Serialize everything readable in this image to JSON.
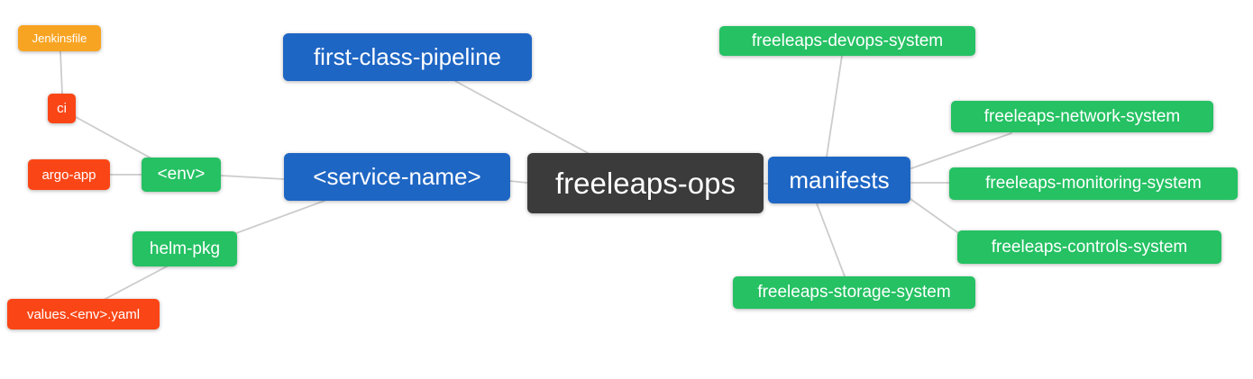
{
  "diagram_title": "freeleaps-ops repository mind map",
  "colors": {
    "canvas_bg": "#FFFFFF",
    "root_bg": "#3B3B3B",
    "branch_bg": "#1E66C4",
    "leaf_bg": "#25C163",
    "accent_bg": "#FA4616",
    "file_bg": "#F8A423",
    "edge": "#CCCCCC",
    "text": "#FFFFFF"
  },
  "nodes": {
    "root": {
      "label": "freeleaps-ops",
      "level": 0
    },
    "first_class_pipeline": {
      "label": "first-class-pipeline",
      "level": 1
    },
    "service_name": {
      "label": "<service-name>",
      "level": 1
    },
    "manifests": {
      "label": "manifests",
      "level": 1
    },
    "env": {
      "label": "<env>",
      "level": 2
    },
    "helm_pkg": {
      "label": "helm-pkg",
      "level": 2
    },
    "ci": {
      "label": "ci",
      "level": 3
    },
    "argo_app": {
      "label": "argo-app",
      "level": 3
    },
    "jenkinsfile": {
      "label": "Jenkinsfile",
      "level": 4
    },
    "values_env_yaml": {
      "label": "values.<env>.yaml",
      "level": 3
    },
    "devops_system": {
      "label": "freeleaps-devops-system",
      "level": 2
    },
    "network_system": {
      "label": "freeleaps-network-system",
      "level": 2
    },
    "monitoring_system": {
      "label": "freeleaps-monitoring-system",
      "level": 2
    },
    "controls_system": {
      "label": "freeleaps-controls-system",
      "level": 2
    },
    "storage_system": {
      "label": "freeleaps-storage-system",
      "level": 2
    }
  },
  "edges": [
    {
      "from": "jenkinsfile",
      "to": "ci"
    },
    {
      "from": "ci",
      "to": "env"
    },
    {
      "from": "argo_app",
      "to": "env"
    },
    {
      "from": "env",
      "to": "service_name"
    },
    {
      "from": "helm_pkg",
      "to": "service_name"
    },
    {
      "from": "values_env_yaml",
      "to": "helm_pkg"
    },
    {
      "from": "first_class_pipeline",
      "to": "root"
    },
    {
      "from": "service_name",
      "to": "root"
    },
    {
      "from": "root",
      "to": "manifests"
    },
    {
      "from": "manifests",
      "to": "devops_system"
    },
    {
      "from": "manifests",
      "to": "network_system"
    },
    {
      "from": "manifests",
      "to": "monitoring_system"
    },
    {
      "from": "manifests",
      "to": "controls_system"
    },
    {
      "from": "manifests",
      "to": "storage_system"
    }
  ]
}
